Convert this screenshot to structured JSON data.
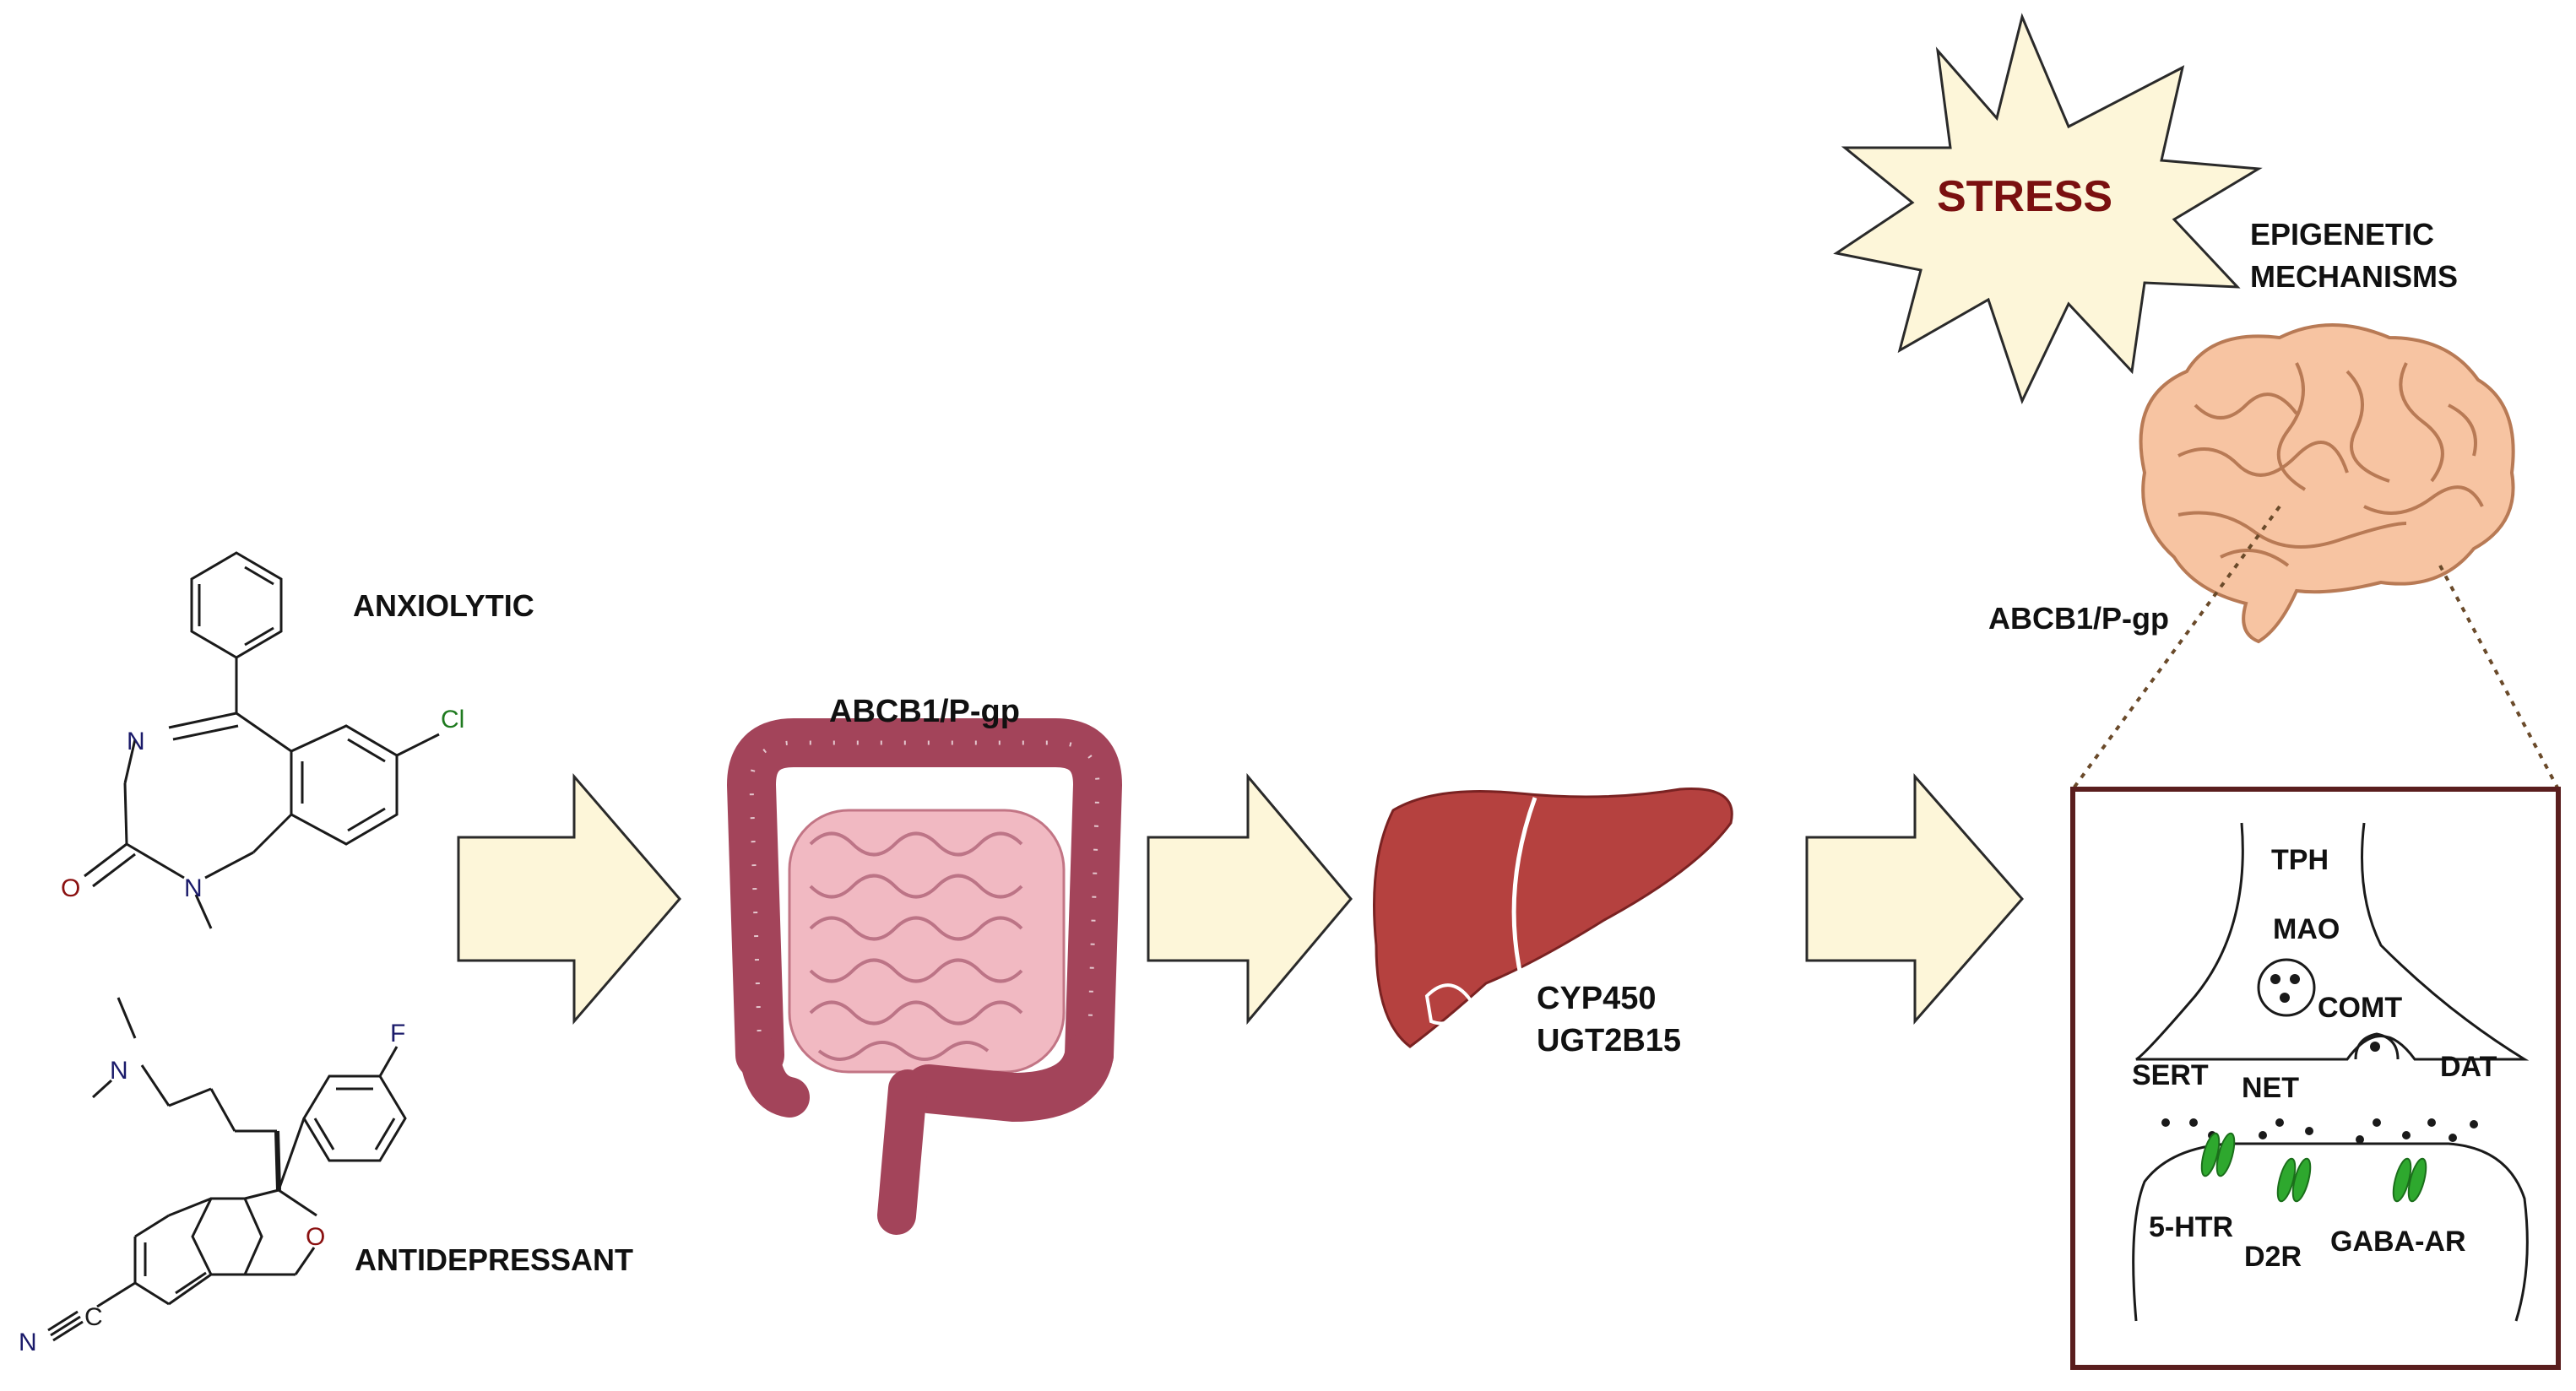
{
  "drugs": {
    "anxiolytic_label": "ANXIOLYTIC",
    "antidepressant_label": "ANTIDEPRESSANT",
    "anxiolytic_atoms": {
      "n1": "N",
      "n2": "N",
      "o": "O",
      "cl": "Cl"
    },
    "antidepressant_atoms": {
      "n_amine": "N",
      "f": "F",
      "o_ring": "O",
      "n_nitrile": "N",
      "c_nitrile": "C"
    }
  },
  "gut": {
    "label": "ABCB1/P-gp"
  },
  "liver": {
    "label_line1": "CYP450",
    "label_line2": "UGT2B15"
  },
  "stress": {
    "label": "STRESS"
  },
  "epigenetic": {
    "line1": "EPIGENETIC",
    "line2": "MECHANISMS"
  },
  "brain": {
    "label": "ABCB1/P-gp"
  },
  "synapse": {
    "tph": "TPH",
    "mao": "MAO",
    "comt": "COMT",
    "sert": "SERT",
    "net": "NET",
    "dat": "DAT",
    "htr": "5-HTR",
    "d2r": "D2R",
    "gabaar": "GABA-AR"
  },
  "colors": {
    "arrow_fill": "#fdf6d9",
    "arrow_stroke": "#2a2a2a",
    "gut_outer": "#a3445a",
    "gut_inner": "#f1b9c2",
    "liver": "#b5413f",
    "brain": "#f7c4a2",
    "stress_fill": "#fdf6d9",
    "stress_text": "#7a1010",
    "box_border": "#5a1e1e",
    "receptor": "#2ea82e"
  }
}
